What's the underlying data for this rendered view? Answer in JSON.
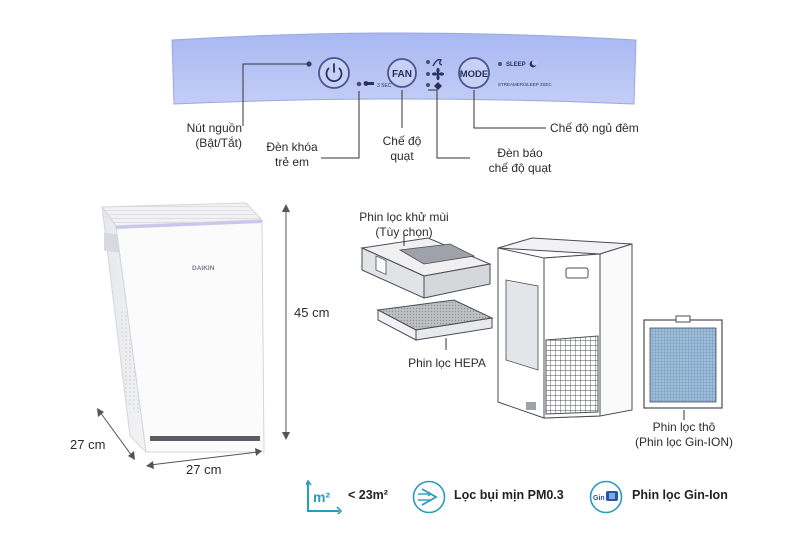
{
  "control_panel": {
    "power_button_symbol": "⏻",
    "fan_button_label": "FAN",
    "mode_button_label": "MODE",
    "lock_hint": "3 SEC",
    "sleep_label": "SLEEP",
    "sleep_hint": "STREAMER/SLEEP 3SEC"
  },
  "callouts": {
    "power": [
      "Nút nguồn",
      "(Bật/Tắt)"
    ],
    "child_lock": [
      "Đèn khóa",
      "trẻ em"
    ],
    "fan_mode": [
      "Chế độ",
      "quạt"
    ],
    "fan_indicator": [
      "Đèn báo",
      "chế độ quạt"
    ],
    "sleep_mode": [
      "Chế độ ngủ đêm"
    ]
  },
  "dimensions": {
    "height": "45 cm",
    "depth": "27 cm",
    "width": "27 cm"
  },
  "product": {
    "brand_logo": "DAIKIN"
  },
  "filters": {
    "deodorizing": [
      "Phin lọc khử mùi",
      "(Tùy chọn)"
    ],
    "hepa": [
      "Phin lọc HEPA"
    ],
    "coarse": [
      "Phin lọc thô",
      "(Phin lọc Gin-ION)"
    ]
  },
  "features": [
    {
      "icon": "room-area-icon",
      "icon_text": "m²",
      "text": "< 23m²"
    },
    {
      "icon": "pm-filter-icon",
      "text": "Lọc bụi mịn PM0.3"
    },
    {
      "icon": "gin-ion-icon",
      "icon_text": "Gin",
      "text": "Phin lọc Gin-Ion"
    }
  ],
  "colors": {
    "panel_fill": "#b4c2f4",
    "panel_stroke": "#9aa8e0",
    "button_ring": "#4a5590",
    "accent_teal": "#2b9bbd",
    "gin_blue": "#2855a8",
    "line": "#333333"
  }
}
